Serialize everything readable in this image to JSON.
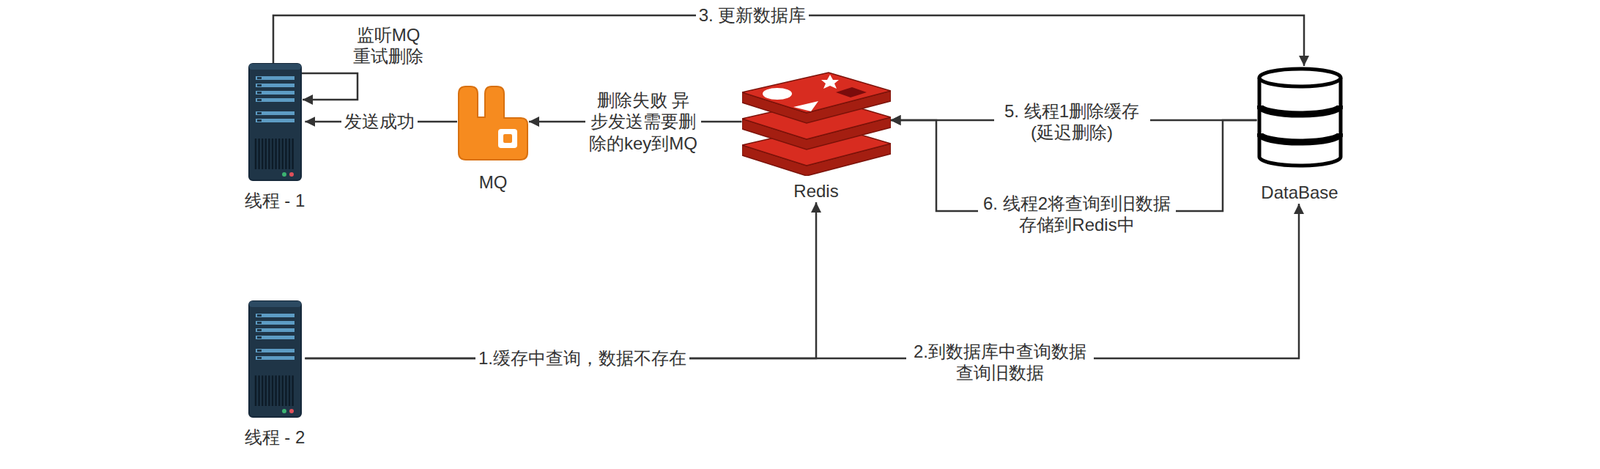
{
  "diagram": {
    "nodes": [
      {
        "text": [
          "线程 - 1"
        ]
      },
      {
        "text": [
          "MQ"
        ]
      },
      {
        "text": [
          "Redis"
        ]
      },
      {
        "text": [
          "DataBase"
        ]
      },
      {
        "text": [
          "线程 - 2"
        ]
      }
    ],
    "edges": [
      {
        "from": 0,
        "to": 3,
        "label": "3. 更新数据库",
        "arrow": "to"
      },
      {
        "from": 1,
        "to": 0,
        "label": "发送成功",
        "arrow": "to"
      },
      {
        "from": 2,
        "to": 1,
        "label": "删除失败 异步发送需要删除的key到MQ",
        "arrow": "to"
      },
      {
        "from": 3,
        "to": 2,
        "label": "5. 线程1删除缓存 (延迟删除)",
        "arrow": "to"
      },
      {
        "from": 3,
        "to": 2,
        "label": "6. 线程2将查询到旧数据存储到Redis中",
        "arrow": "to"
      },
      {
        "from": 4,
        "to": 2,
        "label": "1.缓存中查询，数据不存在",
        "arrow": "to"
      },
      {
        "from": 4,
        "to": 3,
        "label": "2.到数据库中查询数据 查询旧数据",
        "arrow": "to"
      }
    ],
    "labels": [
      "监听MQ 重试删除"
    ]
  }
}
